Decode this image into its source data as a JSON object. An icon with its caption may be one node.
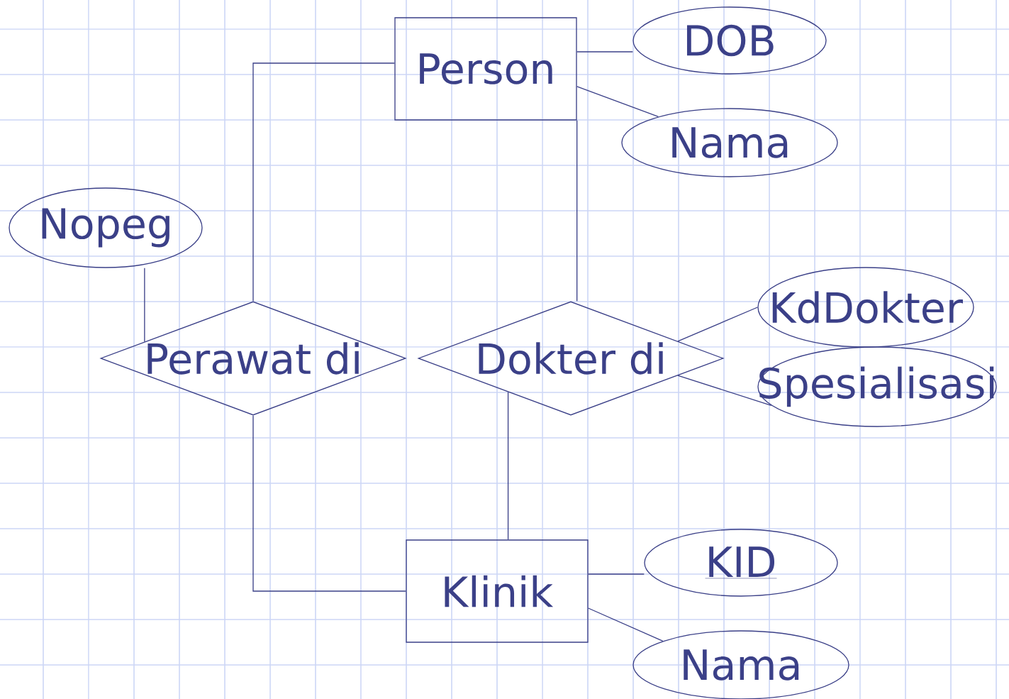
{
  "diagram": {
    "nodes": [
      {
        "text": [
          "Person"
        ]
      },
      {
        "text": [
          "DOB"
        ]
      },
      {
        "text": [
          "Nama"
        ]
      },
      {
        "text": [
          "Nopeg"
        ]
      },
      {
        "text": [
          "Perawat di"
        ]
      },
      {
        "text": [
          "Dokter di"
        ]
      },
      {
        "text": [
          "KdDokter"
        ]
      },
      {
        "text": [
          "Spesialisasi"
        ]
      },
      {
        "text": [
          "Klinik"
        ]
      },
      {
        "text": [
          "KID"
        ]
      },
      {
        "text": [
          "Nama"
        ]
      }
    ],
    "edges": [
      {
        "from": 0,
        "to": 1,
        "arrow": "none"
      },
      {
        "from": 0,
        "to": 2,
        "arrow": "none"
      },
      {
        "from": 0,
        "to": 4,
        "arrow": "none"
      },
      {
        "from": 0,
        "to": 5,
        "arrow": "none"
      },
      {
        "from": 3,
        "to": 4,
        "arrow": "none"
      },
      {
        "from": 5,
        "to": 6,
        "arrow": "none"
      },
      {
        "from": 5,
        "to": 7,
        "arrow": "none"
      },
      {
        "from": 4,
        "to": 8,
        "arrow": "none"
      },
      {
        "from": 5,
        "to": 8,
        "arrow": "none"
      },
      {
        "from": 8,
        "to": 9,
        "arrow": "none"
      },
      {
        "from": 8,
        "to": 10,
        "arrow": "none"
      }
    ]
  }
}
